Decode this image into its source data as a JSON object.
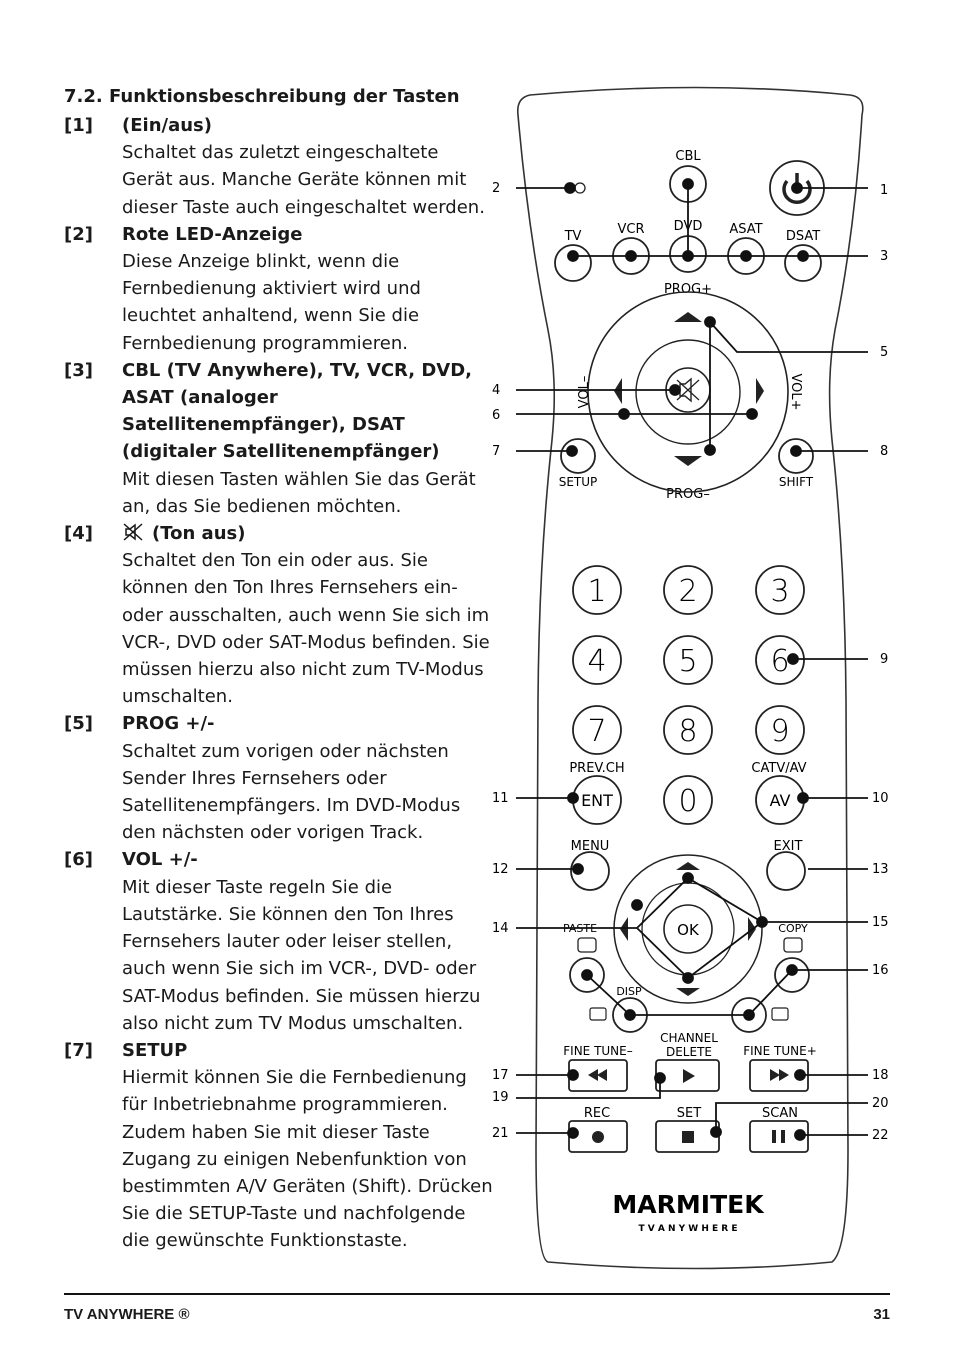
{
  "section_title": "7.2. Funktionsbeschreibung der Tasten",
  "entries": [
    {
      "num": "[1]",
      "title": "(Ein/aus)",
      "text": "Schaltet das zuletzt eingeschaltete Gerät aus. Manche Geräte können mit dieser Taste auch eingeschaltet werden."
    },
    {
      "num": "[2]",
      "title": "Rote LED-Anzeige",
      "text": "Diese Anzeige blinkt, wenn die Fernbedienung aktiviert wird und leuchtet anhaltend, wenn Sie die Fernbedienung programmieren."
    },
    {
      "num": "[3]",
      "title": "CBL (TV Anywhere), TV, VCR, DVD, ASAT (analoger Satellitenempfänger), DSAT (digitaler Satellitenempfänger)",
      "text": "Mit diesen Tasten wählen Sie das Gerät an, das Sie bedienen möchten."
    },
    {
      "num": "[4]",
      "title": "(Ton aus)",
      "text": "Schaltet den Ton ein oder aus. Sie können den Ton Ihres Fernsehers ein- oder ausschalten, auch wenn Sie sich im VCR-, DVD oder SAT-Modus befinden. Sie müssen hierzu also nicht zum TV-Modus umschalten."
    },
    {
      "num": "[5]",
      "title": "PROG +/-",
      "text": "Schaltet zum vorigen oder nächsten Sender Ihres Fernsehers oder Satellitenempfängers. Im DVD-Modus den nächsten oder vorigen Track."
    },
    {
      "num": "[6]",
      "title": "VOL +/-",
      "text": "Mit dieser Taste regeln Sie die Lautstärke. Sie können den Ton Ihres Fernsehers lauter oder leiser stellen, auch wenn Sie sich im VCR-, DVD- oder SAT-Modus befinden. Sie müssen hierzu also nicht zum TV Modus umschalten."
    },
    {
      "num": "[7]",
      "title": "SETUP",
      "text": "Hiermit können Sie die Fernbedienung für Inbetriebnahme programmieren. Zudem haben Sie mit dieser Taste Zugang zu einigen Nebenfunktion von bestimmten A/V Geräten (Shift). Drücken Sie die SETUP-Taste und nachfolgende die gewünschte Funktionstaste."
    }
  ],
  "remote": {
    "source_labels": {
      "cbl": "CBL",
      "tv": "TV",
      "vcr": "VCR",
      "dvd": "DVD",
      "asat": "ASAT",
      "dsat": "DSAT"
    },
    "prog_plus": "PROG+",
    "prog_minus": "PROG–",
    "vol_minus": "VOL–",
    "vol_plus": "VOL+",
    "setup": "SETUP",
    "shift": "SHIFT",
    "digits": [
      "1",
      "2",
      "3",
      "4",
      "5",
      "6",
      "7",
      "8",
      "9",
      "0"
    ],
    "prev_ch": "PREV.CH",
    "catv_av": "CATV/AV",
    "ent": "ENT",
    "av": "AV",
    "menu": "MENU",
    "exit": "EXIT",
    "ok": "OK",
    "paste": "PASTE",
    "copy": "COPY",
    "disp": "DISP",
    "fine_tune_minus": "FINE TUNE–",
    "channel_delete_1": "CHANNEL",
    "channel_delete_2": "DELETE",
    "fine_tune_plus": "FINE TUNE+",
    "rec": "REC",
    "set": "SET",
    "scan": "SCAN",
    "brand": "MARMITEK",
    "brand_sub": "T V   A N Y W H E R E",
    "callouts_left": [
      "2",
      "4",
      "6",
      "7",
      "11",
      "12",
      "14",
      "17",
      "19",
      "21"
    ],
    "callouts_right": [
      "1",
      "3",
      "5",
      "8",
      "9",
      "10",
      "13",
      "15",
      "16",
      "18",
      "20",
      "22"
    ]
  },
  "footer": {
    "left": "TV ANYWHERE ®",
    "page": "31"
  }
}
